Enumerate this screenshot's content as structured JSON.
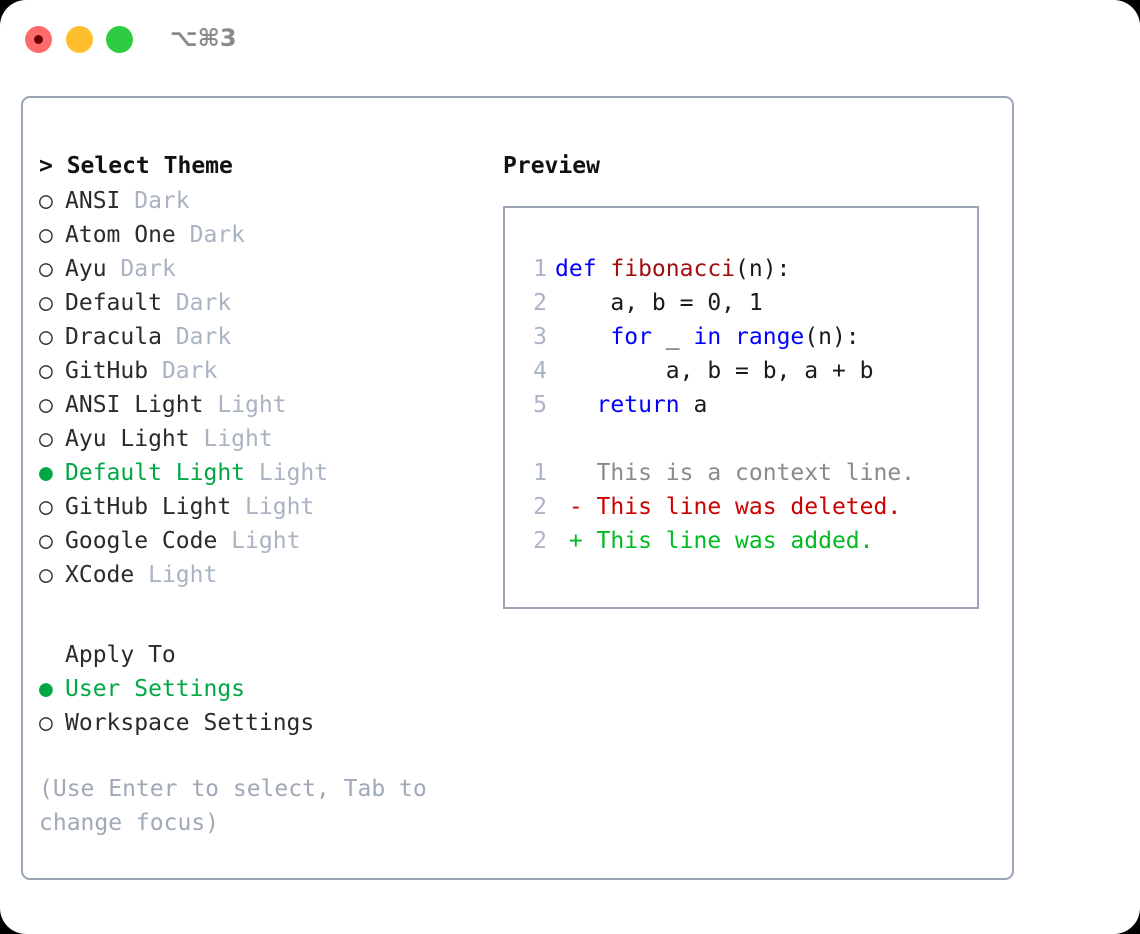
{
  "titlebar": {
    "shortcut": "⌥⌘3",
    "buttons": [
      "close",
      "minimize",
      "maximize"
    ]
  },
  "left": {
    "header": "> Select Theme",
    "themes": [
      {
        "bullet": "○",
        "name": "ANSI",
        "kind": "Dark",
        "selected": false
      },
      {
        "bullet": "○",
        "name": "Atom One",
        "kind": "Dark",
        "selected": false
      },
      {
        "bullet": "○",
        "name": "Ayu",
        "kind": "Dark",
        "selected": false
      },
      {
        "bullet": "○",
        "name": "Default",
        "kind": "Dark",
        "selected": false
      },
      {
        "bullet": "○",
        "name": "Dracula",
        "kind": "Dark",
        "selected": false
      },
      {
        "bullet": "○",
        "name": "GitHub",
        "kind": "Dark",
        "selected": false
      },
      {
        "bullet": "○",
        "name": "ANSI Light",
        "kind": "Light",
        "selected": false
      },
      {
        "bullet": "○",
        "name": "Ayu Light",
        "kind": "Light",
        "selected": false
      },
      {
        "bullet": "●",
        "name": "Default Light",
        "kind": "Light",
        "selected": true
      },
      {
        "bullet": "○",
        "name": "GitHub Light",
        "kind": "Light",
        "selected": false
      },
      {
        "bullet": "○",
        "name": "Google Code",
        "kind": "Light",
        "selected": false
      },
      {
        "bullet": "○",
        "name": "XCode",
        "kind": "Light",
        "selected": false
      }
    ],
    "apply_to_header": "Apply To",
    "apply_to": [
      {
        "bullet": "●",
        "name": "User Settings",
        "selected": true
      },
      {
        "bullet": "○",
        "name": "Workspace Settings",
        "selected": false
      }
    ],
    "hint": "(Use Enter to select, Tab to change focus)"
  },
  "right": {
    "title": "Preview",
    "code_lines": [
      {
        "no": "1",
        "segments": [
          {
            "t": "def ",
            "c": "kw"
          },
          {
            "t": "fibonacci",
            "c": "fn"
          },
          {
            "t": "(n):",
            "c": "plain"
          }
        ]
      },
      {
        "no": "2",
        "segments": [
          {
            "t": "    a, b = 0, 1",
            "c": "plain"
          }
        ]
      },
      {
        "no": "3",
        "segments": [
          {
            "t": "    ",
            "c": "plain"
          },
          {
            "t": "for",
            "c": "kw"
          },
          {
            "t": " _ ",
            "c": "plain"
          },
          {
            "t": "in range",
            "c": "kw"
          },
          {
            "t": "(n):",
            "c": "plain"
          }
        ]
      },
      {
        "no": "4",
        "segments": [
          {
            "t": "        a, b = b, a + b",
            "c": "plain"
          }
        ]
      },
      {
        "no": "5",
        "segments": [
          {
            "t": "   ",
            "c": "plain"
          },
          {
            "t": "return",
            "c": "kw"
          },
          {
            "t": " a",
            "c": "plain"
          }
        ]
      }
    ],
    "diff_lines": [
      {
        "no": "1",
        "segments": [
          {
            "t": "   This is a context line.",
            "c": "ctx"
          }
        ]
      },
      {
        "no": "2",
        "segments": [
          {
            "t": " - This line was deleted.",
            "c": "del"
          }
        ]
      },
      {
        "no": "2",
        "segments": [
          {
            "t": " + This line was added.",
            "c": "add"
          }
        ]
      }
    ]
  },
  "colors": {
    "accent_green": "#00a844",
    "border": "#9aa5b5",
    "muted": "#a9b3c2",
    "keyword_blue": "#0000ff",
    "function_red": "#a01010",
    "diff_delete": "#cc0000",
    "diff_add": "#00bb22",
    "close_red": "#ff6b6b",
    "minimize_yellow": "#ffbe2e",
    "maximize_green": "#2ecc40"
  }
}
